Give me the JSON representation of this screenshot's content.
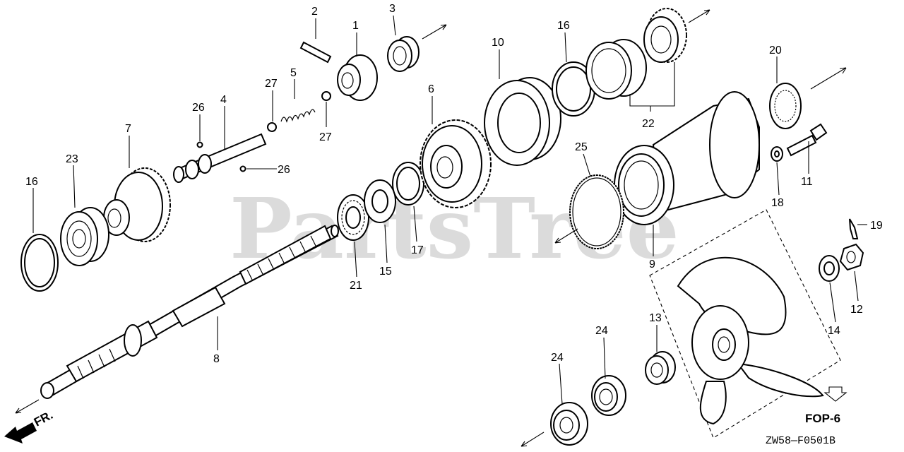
{
  "watermark": "PartsTree",
  "callouts": [
    "1",
    "2",
    "3",
    "4",
    "5",
    "6",
    "7",
    "8",
    "9",
    "10",
    "11",
    "12",
    "13",
    "14",
    "15",
    "16",
    "16",
    "17",
    "18",
    "19",
    "20",
    "21",
    "22",
    "23",
    "24",
    "24",
    "25",
    "26",
    "26",
    "27",
    "27"
  ],
  "fr_label": "FR.",
  "ref_label": "FOP-6",
  "diagram_code": "ZW58—F0501B"
}
